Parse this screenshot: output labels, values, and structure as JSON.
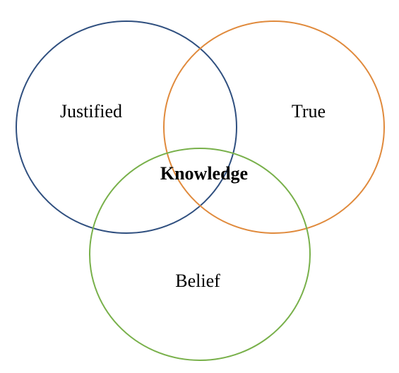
{
  "sets": [
    {
      "label": "Justified",
      "color": "#2f4f7f"
    },
    {
      "label": "True",
      "color": "#e08a3c"
    },
    {
      "label": "Belief",
      "color": "#78b04a"
    }
  ],
  "intersection_label": "Knowledge"
}
